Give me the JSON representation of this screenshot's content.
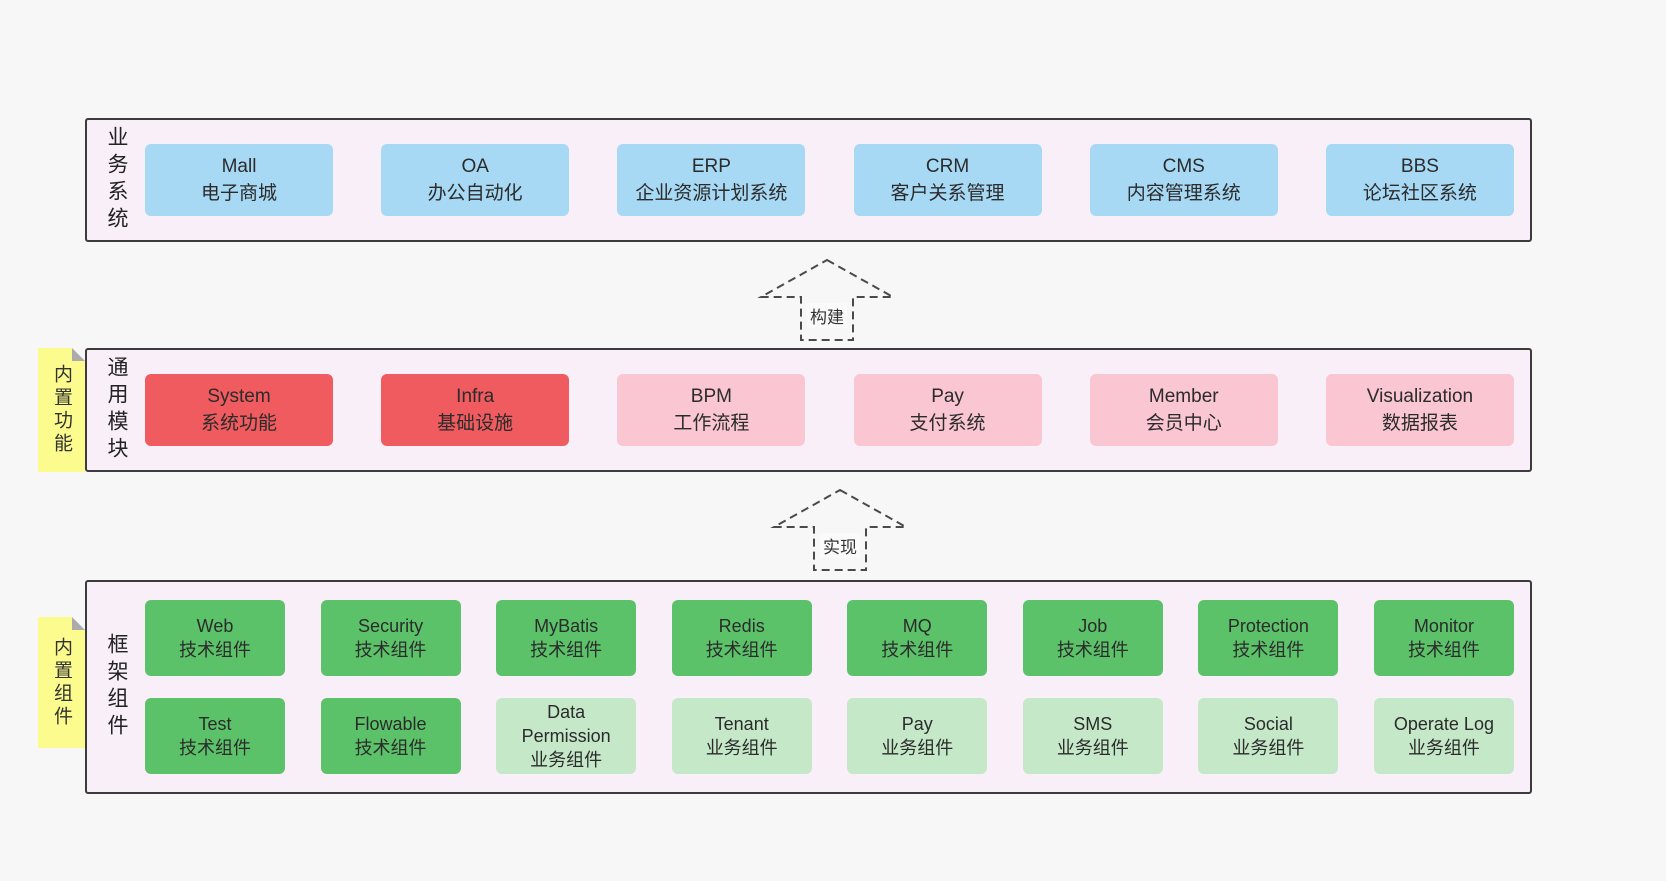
{
  "diagram": {
    "layers": [
      {
        "side_label": "业务系统",
        "note": null,
        "rows": [
          [
            {
              "title": "Mall",
              "subtitle": "电子商城",
              "style": "blue"
            },
            {
              "title": "OA",
              "subtitle": "办公自动化",
              "style": "blue"
            },
            {
              "title": "ERP",
              "subtitle": "企业资源计划系统",
              "style": "blue"
            },
            {
              "title": "CRM",
              "subtitle": "客户关系管理",
              "style": "blue"
            },
            {
              "title": "CMS",
              "subtitle": "内容管理系统",
              "style": "blue"
            },
            {
              "title": "BBS",
              "subtitle": "论坛社区系统",
              "style": "blue"
            }
          ]
        ]
      },
      {
        "side_label": "通用模块",
        "note": "内置功能",
        "rows": [
          [
            {
              "title": "System",
              "subtitle": "系统功能",
              "style": "red"
            },
            {
              "title": "Infra",
              "subtitle": "基础设施",
              "style": "red"
            },
            {
              "title": "BPM",
              "subtitle": "工作流程",
              "style": "pink"
            },
            {
              "title": "Pay",
              "subtitle": "支付系统",
              "style": "pink"
            },
            {
              "title": "Member",
              "subtitle": "会员中心",
              "style": "pink"
            },
            {
              "title": "Visualization",
              "subtitle": "数据报表",
              "style": "pink"
            }
          ]
        ]
      },
      {
        "side_label": "框架组件",
        "note": "内置组件",
        "rows": [
          [
            {
              "title": "Web",
              "subtitle": "技术组件",
              "style": "green"
            },
            {
              "title": "Security",
              "subtitle": "技术组件",
              "style": "green"
            },
            {
              "title": "MyBatis",
              "subtitle": "技术组件",
              "style": "green"
            },
            {
              "title": "Redis",
              "subtitle": "技术组件",
              "style": "green"
            },
            {
              "title": "MQ",
              "subtitle": "技术组件",
              "style": "green"
            },
            {
              "title": "Job",
              "subtitle": "技术组件",
              "style": "green"
            },
            {
              "title": "Protection",
              "subtitle": "技术组件",
              "style": "green"
            },
            {
              "title": "Monitor",
              "subtitle": "技术组件",
              "style": "green"
            }
          ],
          [
            {
              "title": "Test",
              "subtitle": "技术组件",
              "style": "green"
            },
            {
              "title": "Flowable",
              "subtitle": "技术组件",
              "style": "green"
            },
            {
              "title": "Data Permission",
              "subtitle": "业务组件",
              "style": "lightgreen"
            },
            {
              "title": "Tenant",
              "subtitle": "业务组件",
              "style": "lightgreen"
            },
            {
              "title": "Pay",
              "subtitle": "业务组件",
              "style": "lightgreen"
            },
            {
              "title": "SMS",
              "subtitle": "业务组件",
              "style": "lightgreen"
            },
            {
              "title": "Social",
              "subtitle": "业务组件",
              "style": "lightgreen"
            },
            {
              "title": "Operate Log",
              "subtitle": "业务组件",
              "style": "lightgreen"
            }
          ]
        ]
      }
    ],
    "arrows": [
      {
        "label": "构建"
      },
      {
        "label": "实现"
      }
    ]
  },
  "colors": {
    "blue": "#a7d9f5",
    "red": "#ef5b5f",
    "pink": "#f9c6d1",
    "green": "#5cc26a",
    "lightgreen": "#c5e8c8",
    "note_yellow": "#fbfb8e",
    "layer_bg": "#f9eff8",
    "border": "#3c3c3c",
    "page_bg": "#f7f7f7"
  }
}
